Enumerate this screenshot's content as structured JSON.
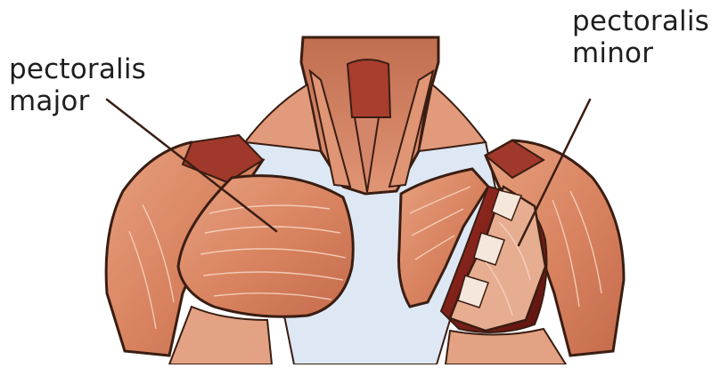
{
  "labels": {
    "pectoralis_major": {
      "line1": "pectoralis",
      "line2": "major"
    },
    "pectoralis_minor": {
      "line1": "pectoralis",
      "line2": "minor"
    }
  },
  "colors": {
    "muscle": "#d9825f",
    "muscle_light": "#e8a07f",
    "muscle_dark": "#a84d35",
    "muscle_deep": "#7e1f18",
    "tendon": "#f6e7dd",
    "connective": "#dce7f3",
    "outline": "#3a1d12",
    "label_text": "#1f1f1f"
  }
}
